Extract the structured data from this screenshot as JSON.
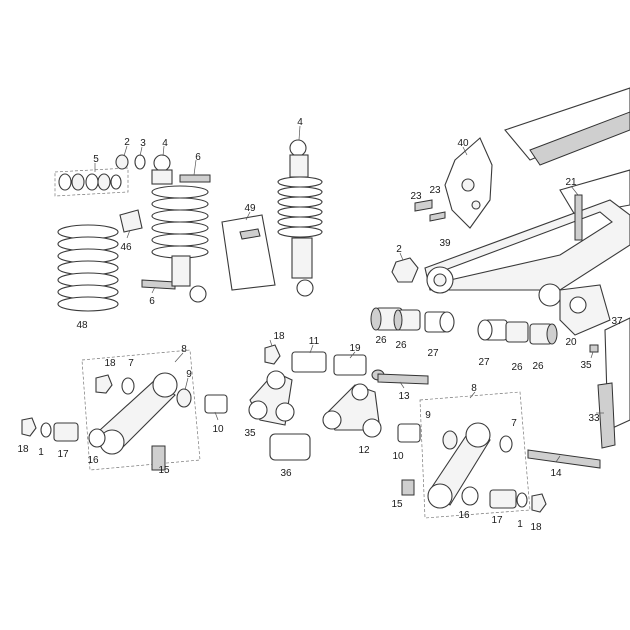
{
  "callouts": [
    {
      "id": "c-2a",
      "label": "2"
    },
    {
      "id": "c-3",
      "label": "3"
    },
    {
      "id": "c-4a",
      "label": "4"
    },
    {
      "id": "c-6a",
      "label": "6"
    },
    {
      "id": "c-5",
      "label": "5"
    },
    {
      "id": "c-4b",
      "label": "4"
    },
    {
      "id": "c-46",
      "label": "46"
    },
    {
      "id": "c-6b",
      "label": "6"
    },
    {
      "id": "c-48",
      "label": "48"
    },
    {
      "id": "c-49",
      "label": "49"
    },
    {
      "id": "c-40",
      "label": "40"
    },
    {
      "id": "c-23a",
      "label": "23"
    },
    {
      "id": "c-23b",
      "label": "23"
    },
    {
      "id": "c-21",
      "label": "21"
    },
    {
      "id": "c-2b",
      "label": "2"
    },
    {
      "id": "c-39",
      "label": "39"
    },
    {
      "id": "c-26a",
      "label": "26"
    },
    {
      "id": "c-26b",
      "label": "26"
    },
    {
      "id": "c-27a",
      "label": "27"
    },
    {
      "id": "c-27b",
      "label": "27"
    },
    {
      "id": "c-26c",
      "label": "26"
    },
    {
      "id": "c-26d",
      "label": "26"
    },
    {
      "id": "c-20",
      "label": "20"
    },
    {
      "id": "c-37",
      "label": "37"
    },
    {
      "id": "c-35a",
      "label": "35"
    },
    {
      "id": "c-33",
      "label": "33"
    },
    {
      "id": "c-8a",
      "label": "8"
    },
    {
      "id": "c-18a",
      "label": "18"
    },
    {
      "id": "c-7a",
      "label": "7"
    },
    {
      "id": "c-9a",
      "label": "9"
    },
    {
      "id": "c-18b",
      "label": "18"
    },
    {
      "id": "c-11",
      "label": "11"
    },
    {
      "id": "c-19",
      "label": "19"
    },
    {
      "id": "c-13",
      "label": "13"
    },
    {
      "id": "c-10a",
      "label": "10"
    },
    {
      "id": "c-35b",
      "label": "35"
    },
    {
      "id": "c-12",
      "label": "12"
    },
    {
      "id": "c-36",
      "label": "36"
    },
    {
      "id": "c-18c",
      "label": "18"
    },
    {
      "id": "c-1a",
      "label": "1"
    },
    {
      "id": "c-17a",
      "label": "17"
    },
    {
      "id": "c-16a",
      "label": "16"
    },
    {
      "id": "c-15a",
      "label": "15"
    },
    {
      "id": "c-8b",
      "label": "8"
    },
    {
      "id": "c-9b",
      "label": "9"
    },
    {
      "id": "c-7b",
      "label": "7"
    },
    {
      "id": "c-10b",
      "label": "10"
    },
    {
      "id": "c-14",
      "label": "14"
    },
    {
      "id": "c-15b",
      "label": "15"
    },
    {
      "id": "c-16b",
      "label": "16"
    },
    {
      "id": "c-17b",
      "label": "17"
    },
    {
      "id": "c-1b",
      "label": "1"
    },
    {
      "id": "c-18d",
      "label": "18"
    }
  ]
}
